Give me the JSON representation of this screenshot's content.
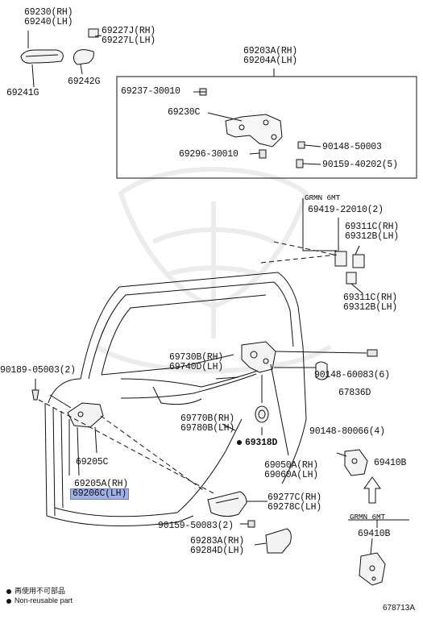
{
  "labels": {
    "p69230_rh": "69230(RH)",
    "p69240_lh": "69240(LH)",
    "p69227j_rh": "69227J(RH)",
    "p69227l_lh": "69227L(LH)",
    "p69242g": "69242G",
    "p69241g": "69241G",
    "p69203a_rh": "69203A(RH)",
    "p69204a_lh": "69204A(LH)",
    "p69237": "69237-30010",
    "p69230c": "69230C",
    "p69296": "69296-30010",
    "p90148_50003": "90148-50003",
    "p90159_40202": "90159-40202(5)",
    "grmn_6mt_top": "GRMN 6MT",
    "p69419": "69419-22010(2)",
    "p69311c_rh_a": "69311C(RH)",
    "p69312b_lh_a": "69312B(LH)",
    "p69311c_rh_b": "69311C(RH)",
    "p69312b_lh_b": "69312B(LH)",
    "p90189": "90189-05003(2)",
    "p69730b_rh": "69730B(RH)",
    "p69740d_lh": "69740D(LH)",
    "p90148_60083": "90148-60083(6)",
    "p67836d": "67836D",
    "p69770b_rh": "69770B(RH)",
    "p69780b_lh": "69780B(LH)",
    "p69318d": "69318D",
    "p90148_80066": "90148-80066(4)",
    "p69205c": "69205C",
    "p69050a_rh": "69050A(RH)",
    "p69060a_lh": "69060A(LH)",
    "p69410b_a": "69410B",
    "p69205a_rh": "69205A(RH)",
    "p69206c_lh": "69206C(LH)",
    "p69277c_rh": "69277C(RH)",
    "p69278c_lh": "69278C(LH)",
    "p90159_50083": "90159-50083(2)",
    "grmn_6mt_bottom": "GRMN 6MT",
    "p69283a_rh": "69283A(RH)",
    "p69284d_lh": "69284D(LH)",
    "p69410b_b": "69410B"
  },
  "legend": {
    "jp": "再使用不可部品",
    "en": "Non-reusable part"
  },
  "figure_number": "678713A",
  "colors": {
    "line": "#111111",
    "highlight": "#9fb0e6",
    "watermark": "#ececec"
  }
}
